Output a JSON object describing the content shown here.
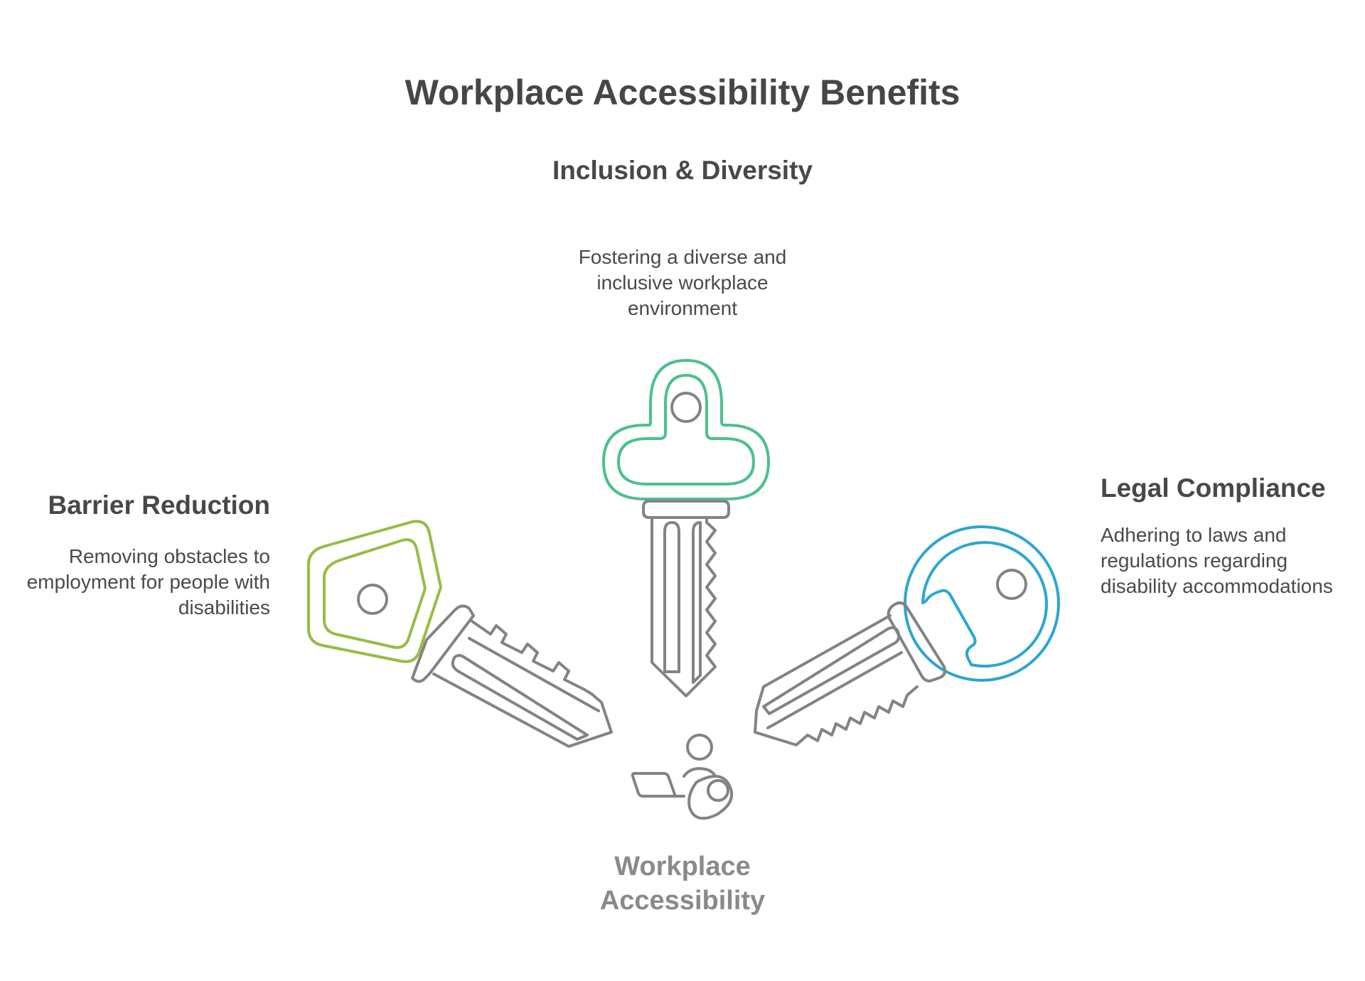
{
  "title": "Workplace Accessibility Benefits",
  "center": {
    "label": "Workplace Accessibility",
    "icon": "person-with-laptop-icon"
  },
  "branches": [
    {
      "title": "Inclusion & Diversity",
      "description": "Fostering a diverse and inclusive workplace environment",
      "color": "#4cc08d",
      "icon": "key-icon"
    },
    {
      "title": "Barrier Reduction",
      "description": "Removing obstacles to employment for people with disabilities",
      "color": "#97bc44",
      "icon": "key-icon"
    },
    {
      "title": "Legal Compliance",
      "description": "Adhering to laws and regulations regarding disability accommodations",
      "color": "#2ca6d2",
      "icon": "key-icon"
    }
  ],
  "colors": {
    "text": "#484848",
    "center_label": "#8a8a8a",
    "outline": "#838383"
  }
}
